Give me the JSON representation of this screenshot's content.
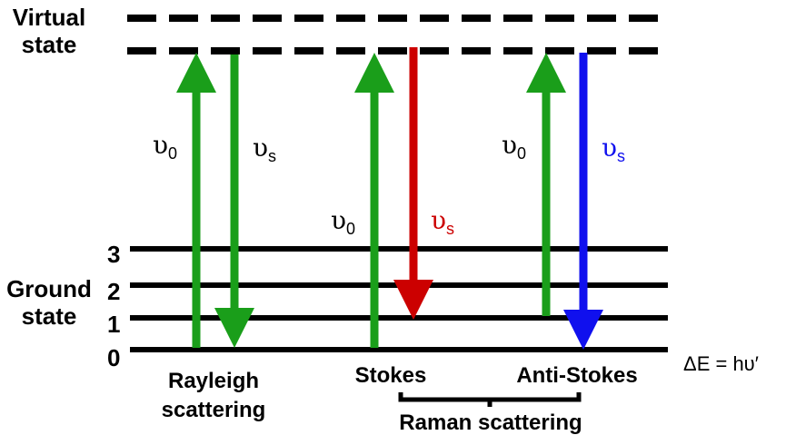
{
  "labels": {
    "virtual_state": [
      "Virtual",
      "state"
    ],
    "ground_state": [
      "Ground",
      "state"
    ],
    "levels": [
      "3",
      "2",
      "1",
      "0"
    ],
    "delta_e": "ΔE = hυ′",
    "rayleigh": [
      "Rayleigh",
      "scattering"
    ],
    "stokes": "Stokes",
    "anti_stokes": "Anti-Stokes",
    "raman": "Raman scattering"
  },
  "transitions": {
    "rayleigh_up": {
      "symbol": "υ",
      "sub": "0",
      "color": "#1a9e1a"
    },
    "rayleigh_down": {
      "symbol": "υ",
      "sub": "s",
      "color": "#1a9e1a"
    },
    "stokes_up": {
      "symbol": "υ",
      "sub": "0",
      "color": "#1a9e1a"
    },
    "stokes_down": {
      "symbol": "υ",
      "sub": "s",
      "color": "#cc0000"
    },
    "anti_up": {
      "symbol": "υ",
      "sub": "0",
      "color": "#1a9e1a"
    },
    "anti_down": {
      "symbol": "υ",
      "sub": "s",
      "color": "#1010ee"
    }
  },
  "colors": {
    "green": "#1a9e1a",
    "red": "#cc0000",
    "blue": "#1010ee",
    "line": "#000000"
  }
}
